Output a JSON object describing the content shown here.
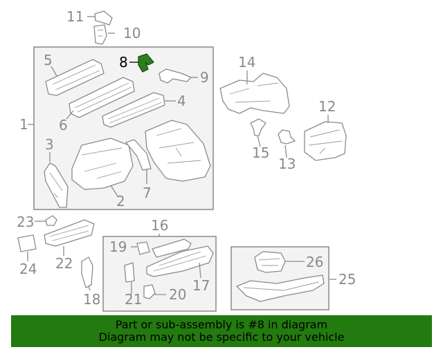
{
  "callouts": {
    "c1": "1",
    "c2": "2",
    "c3": "3",
    "c4": "4",
    "c5": "5",
    "c6": "6",
    "c7": "7",
    "c8": "8",
    "c9": "9",
    "c10": "10",
    "c11": "11",
    "c12": "12",
    "c13": "13",
    "c14": "14",
    "c15": "15",
    "c16": "16",
    "c17": "17",
    "c18": "18",
    "c19": "19",
    "c20": "20",
    "c21": "21",
    "c22": "22",
    "c23": "23",
    "c24": "24",
    "c25": "25",
    "c26": "26"
  },
  "highlight": {
    "part_number": "8",
    "color": "#2e7d1f"
  },
  "banner": {
    "line1": "Part or sub-assembly is #8 in diagram",
    "line2": "Diagram may not be specific to your vehicle",
    "color": "#237a0f"
  }
}
